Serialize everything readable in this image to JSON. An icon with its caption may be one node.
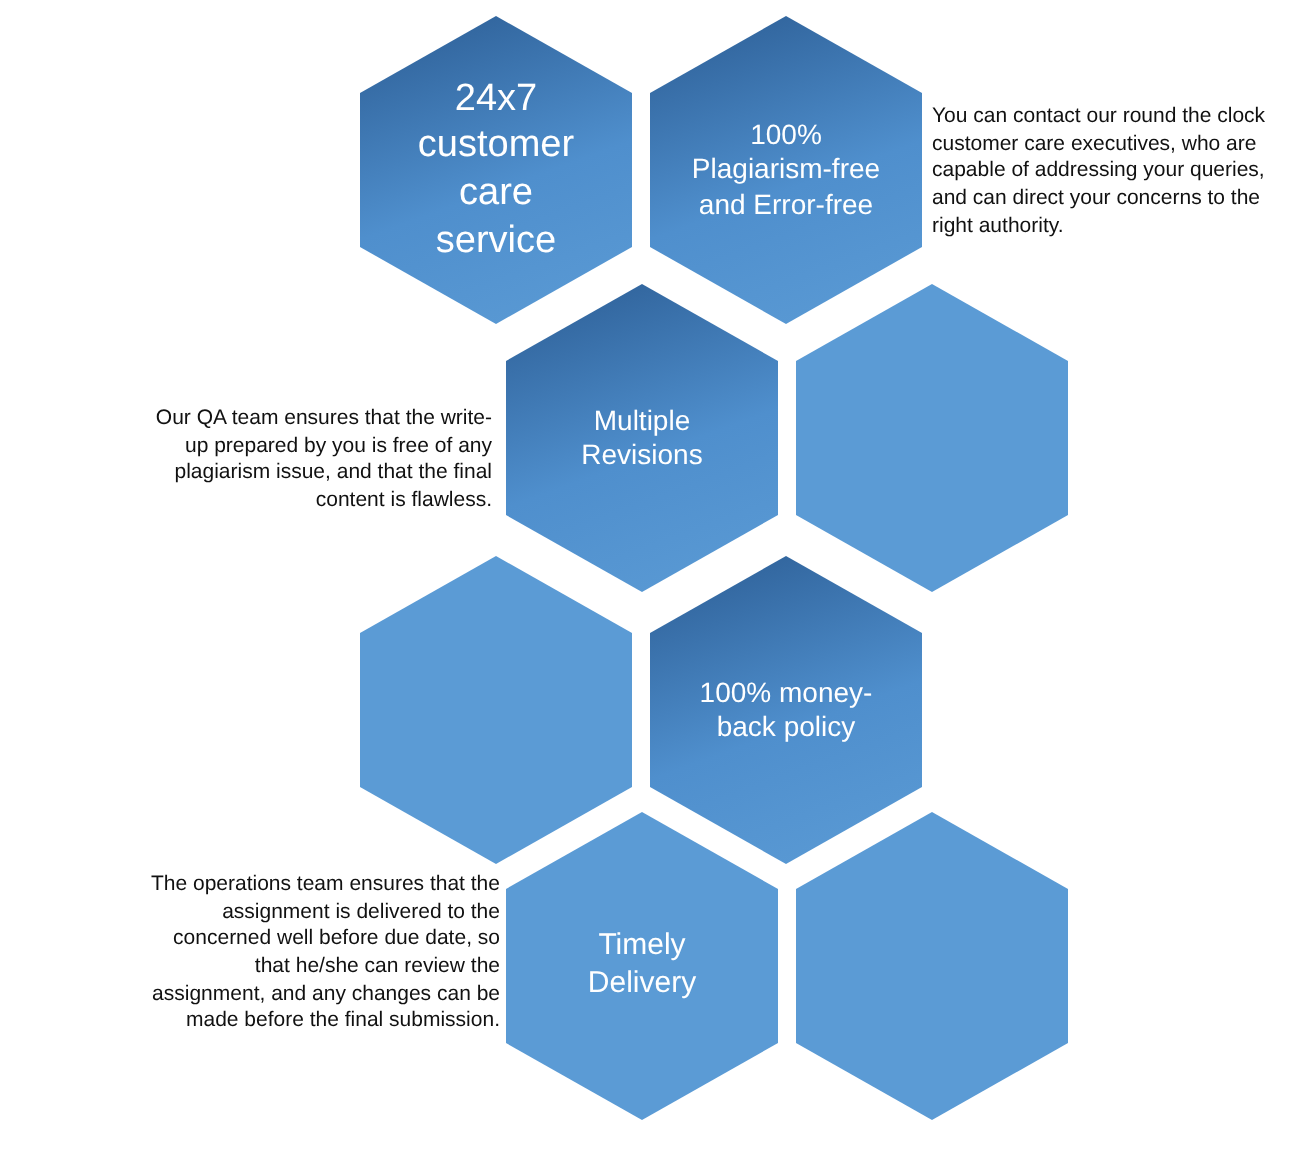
{
  "diagram": {
    "nodes": [
      {
        "text": [
          "24x7 customer care service"
        ]
      },
      {
        "text": [
          "100% Plagiarism-free and Error-free"
        ]
      },
      {
        "text": [
          "Multiple Revisions"
        ]
      },
      {
        "text": [],
        "shape": "hexagon"
      },
      {
        "text": [],
        "shape": "hexagon"
      },
      {
        "text": [
          "100% money-back policy"
        ]
      },
      {
        "text": [
          "Timely Delivery"
        ]
      },
      {
        "text": [],
        "shape": "hexagon"
      }
    ],
    "labels": [
      "You can contact our round the clock customer care executives, who are capable of addressing your queries, and can direct your concerns to the right authority.",
      "Our QA team ensures that the write-up prepared by you is free of any plagiarism issue, and that the final content is flawless.",
      "The operations team ensures that the assignment is delivered to the concerned well before due date, so that he/she can review the assignment, and any changes can be made before the final submission."
    ]
  }
}
